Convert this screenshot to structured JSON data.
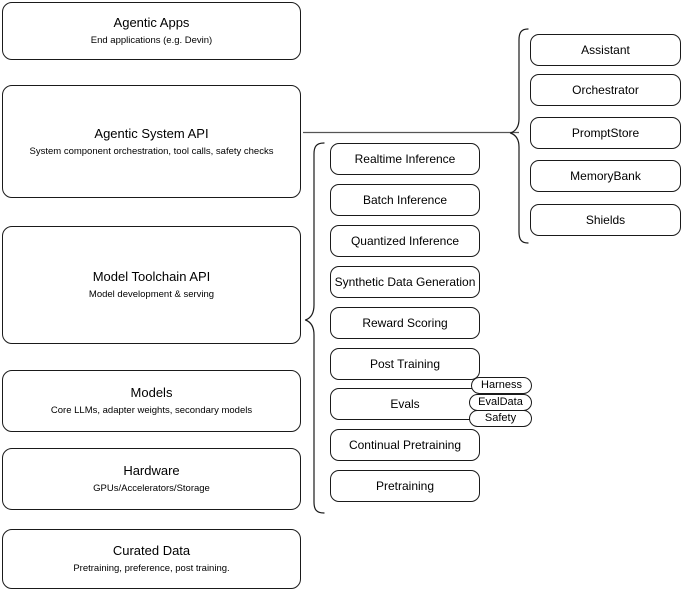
{
  "diagram": {
    "title": "AI stack layered architecture diagram",
    "accent_color": "#1a1a1a",
    "background_color": "#ffffff",
    "connector_color": "#555555"
  },
  "stack_layers": [
    {
      "id": "agentic-apps",
      "title": "Agentic Apps",
      "subtitle": "End applications (e.g. Devin)"
    },
    {
      "id": "agentic-system-api",
      "title": "Agentic System API",
      "subtitle": "System component orchestration, tool calls, safety checks"
    },
    {
      "id": "model-toolchain-api",
      "title": "Model Toolchain API",
      "subtitle": "Model development & serving"
    },
    {
      "id": "models",
      "title": "Models",
      "subtitle": "Core LLMs, adapter weights, secondary models"
    },
    {
      "id": "hardware",
      "title": "Hardware",
      "subtitle": "GPUs/Accelerators/Storage"
    },
    {
      "id": "curated-data",
      "title": "Curated Data",
      "subtitle": "Pretraining, preference, post training."
    }
  ],
  "toolchain_capabilities": [
    {
      "id": "realtime-inference",
      "label": "Realtime Inference"
    },
    {
      "id": "batch-inference",
      "label": "Batch Inference"
    },
    {
      "id": "quantized-inference",
      "label": "Quantized Inference"
    },
    {
      "id": "synthetic-data-generation",
      "label": "Synthetic Data Generation"
    },
    {
      "id": "reward-scoring",
      "label": "Reward Scoring"
    },
    {
      "id": "post-training",
      "label": "Post Training"
    },
    {
      "id": "evals",
      "label": "Evals"
    },
    {
      "id": "continual-pretraining",
      "label": "Continual Pretraining"
    },
    {
      "id": "pretraining",
      "label": "Pretraining"
    }
  ],
  "evals_subcomponents": [
    {
      "id": "harness",
      "label": "Harness"
    },
    {
      "id": "evaldata",
      "label": "EvalData"
    },
    {
      "id": "safety",
      "label": "Safety"
    }
  ],
  "system_components": [
    {
      "id": "assistant",
      "label": "Assistant"
    },
    {
      "id": "orchestrator",
      "label": "Orchestrator"
    },
    {
      "id": "promptstore",
      "label": "PromptStore"
    },
    {
      "id": "memorybank",
      "label": "MemoryBank"
    },
    {
      "id": "shields",
      "label": "Shields"
    }
  ]
}
